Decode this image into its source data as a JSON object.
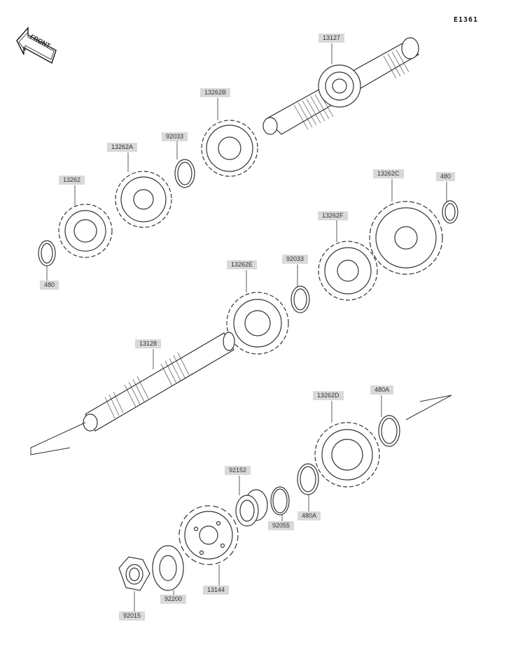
{
  "diagram_code": "E1361",
  "front_arrow_text": "FRONT",
  "parts": [
    {
      "id": "13127",
      "label": "13127"
    },
    {
      "id": "13262B",
      "label": "13262B"
    },
    {
      "id": "92033-upper",
      "label": "92033"
    },
    {
      "id": "13262A",
      "label": "13262A"
    },
    {
      "id": "13262",
      "label": "13262"
    },
    {
      "id": "480-left",
      "label": "480"
    },
    {
      "id": "13262C",
      "label": "13262C"
    },
    {
      "id": "480-right",
      "label": "480"
    },
    {
      "id": "13262F",
      "label": "13262F"
    },
    {
      "id": "92033-lower",
      "label": "92033"
    },
    {
      "id": "13262E",
      "label": "13262E"
    },
    {
      "id": "13128",
      "label": "13128"
    },
    {
      "id": "13262D",
      "label": "13262D"
    },
    {
      "id": "480A-right",
      "label": "480A"
    },
    {
      "id": "92152",
      "label": "92152"
    },
    {
      "id": "92055",
      "label": "92055"
    },
    {
      "id": "480A-left",
      "label": "480A"
    },
    {
      "id": "13144",
      "label": "13144"
    },
    {
      "id": "92200",
      "label": "92200"
    },
    {
      "id": "92015",
      "label": "92015"
    }
  ],
  "colors": {
    "label_bg": "#d9d9d9",
    "line": "#333333",
    "fill": "#ffffff"
  }
}
